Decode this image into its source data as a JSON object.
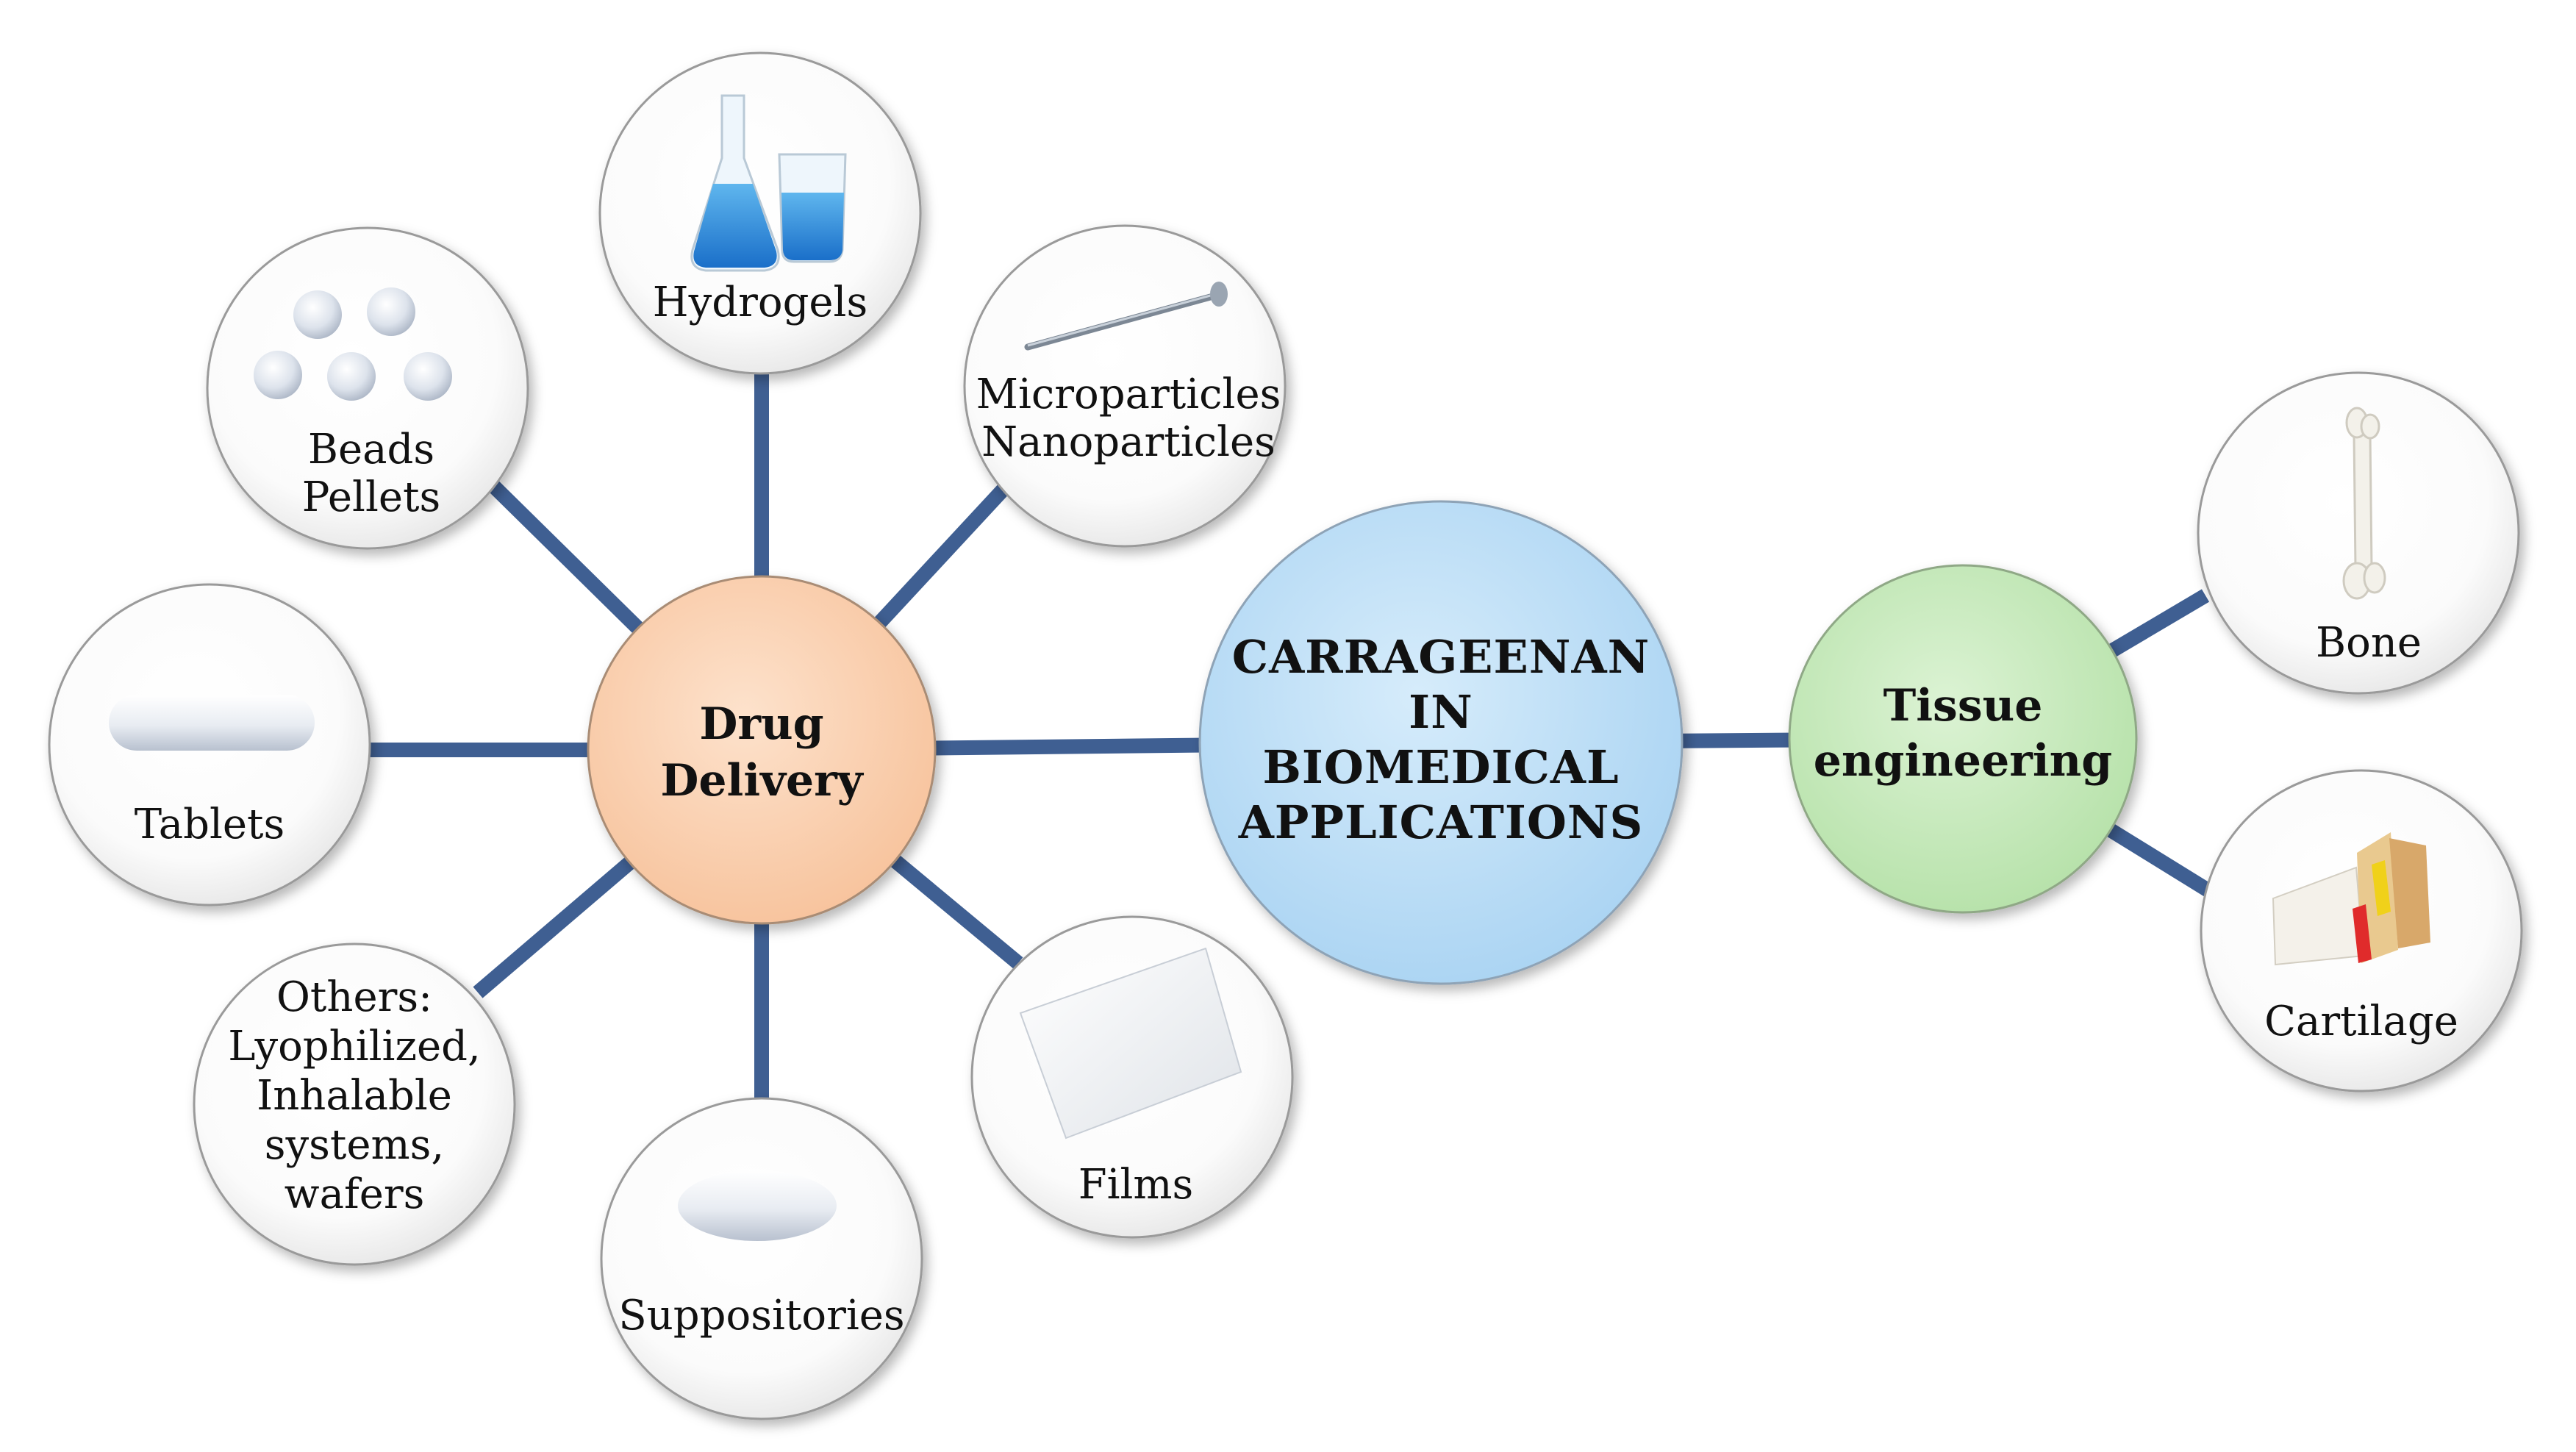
{
  "center": {
    "lines": [
      "CARRAGEENAN",
      "IN",
      "BIOMEDICAL",
      "APPLICATIONS"
    ],
    "fill": "#bfe0f7"
  },
  "drug_delivery": {
    "lines": [
      "Drug",
      "Delivery"
    ],
    "fill": "#fbd0b0"
  },
  "tissue_engineering": {
    "lines": [
      "Tissue",
      "engineering"
    ],
    "fill": "#c9ebbf"
  },
  "connector_color": "#3f5f92",
  "items": {
    "hydrogels": {
      "lines": [
        "Hydrogels"
      ],
      "icon": "flask-beaker-icon"
    },
    "micro": {
      "lines": [
        "Microparticles",
        "Nanoparticles"
      ],
      "icon": "needle-icon"
    },
    "beads": {
      "lines": [
        "Beads",
        "Pellets"
      ],
      "icon": "beads-icon"
    },
    "tablets": {
      "lines": [
        "Tablets"
      ],
      "icon": "tablet-icon"
    },
    "others": {
      "lines": [
        "Others:",
        "Lyophilized,",
        "Inhalable",
        "systems,",
        "wafers"
      ]
    },
    "suppositories": {
      "lines": [
        "Suppositories"
      ],
      "icon": "suppository-icon"
    },
    "films": {
      "lines": [
        "Films"
      ],
      "icon": "film-sheet-icon"
    },
    "bone": {
      "lines": [
        "Bone"
      ],
      "icon": "bone-icon"
    },
    "cartilage": {
      "lines": [
        "Cartilage"
      ],
      "icon": "cartilage-icon"
    }
  }
}
